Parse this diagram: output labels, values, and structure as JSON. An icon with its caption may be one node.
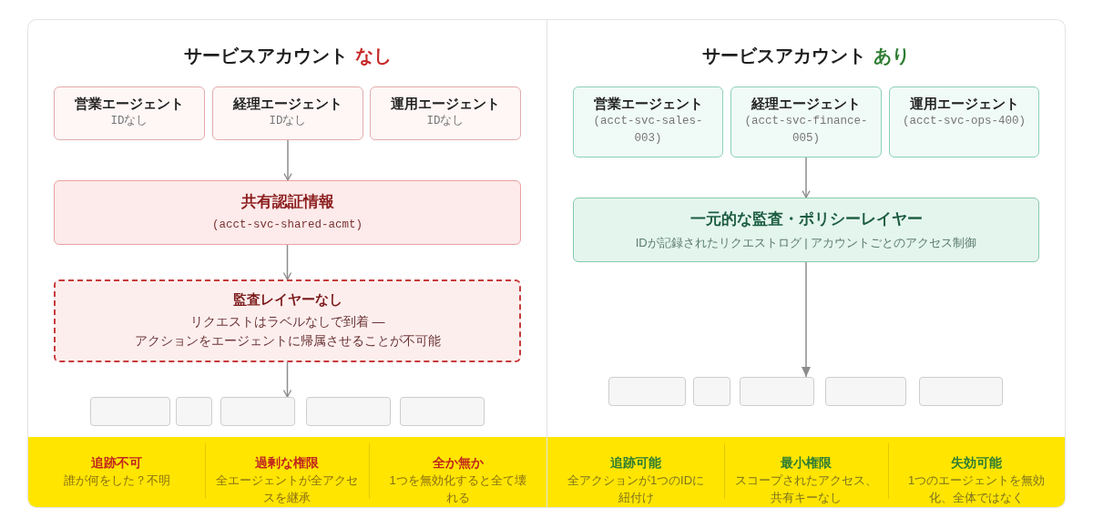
{
  "diagram": {
    "nodes": [
      {
        "text": [
          "サービスアカウント",
          "なし"
        ]
      },
      {
        "text": [
          "営業エージェント",
          "IDなし"
        ],
        "in": 0
      },
      {
        "text": [
          "経理エージェント",
          "IDなし"
        ],
        "in": 0
      },
      {
        "text": [
          "運用エージェント",
          "IDなし"
        ],
        "in": 0
      },
      {
        "text": [
          "共有認証情報",
          "(acct-svc-shared-acmt)"
        ],
        "in": 0
      },
      {
        "text": [
          "監査レイヤーなし",
          "リクエストはラベルなしで到着 — アクションをエージェントに帰属させることが不可能"
        ],
        "in": 0
      },
      {
        "text": [],
        "shape": "box",
        "in": 0
      },
      {
        "text": [],
        "shape": "box",
        "in": 0
      },
      {
        "text": [],
        "shape": "box",
        "in": 0
      },
      {
        "text": [],
        "shape": "box",
        "in": 0
      },
      {
        "text": [],
        "shape": "box",
        "in": 0
      },
      {
        "text": [],
        "shape": "band",
        "in": 0
      },
      {
        "text": [
          "追跡不可",
          "誰が何をした？不明"
        ],
        "in": 11
      },
      {
        "text": [
          "過剰な権限",
          "全エージェントが全アクセスを継承"
        ],
        "in": 11
      },
      {
        "text": [
          "全か無か",
          "1つを無効化すると全て壊れる"
        ],
        "in": 11
      },
      {
        "text": [
          "サービスアカウント",
          "あり"
        ]
      },
      {
        "text": [
          "営業エージェント",
          "(acct-svc-sales-003)"
        ],
        "in": 15
      },
      {
        "text": [
          "経理エージェント",
          "(acct-svc-finance-005)"
        ],
        "in": 15
      },
      {
        "text": [
          "運用エージェント",
          "(acct-svc-ops-400)"
        ],
        "in": 15
      },
      {
        "text": [
          "一元的な監査・ポリシーレイヤー",
          "IDが記録されたリクエストログ | アカウントごとのアクセス制御"
        ],
        "in": 15
      },
      {
        "text": [],
        "shape": "box",
        "in": 15
      },
      {
        "text": [],
        "shape": "box",
        "in": 15
      },
      {
        "text": [],
        "shape": "box",
        "in": 15
      },
      {
        "text": [],
        "shape": "box",
        "in": 15
      },
      {
        "text": [],
        "shape": "box",
        "in": 15
      },
      {
        "text": [],
        "shape": "band",
        "in": 15
      },
      {
        "text": [
          "追跡可能",
          "全アクションが1つのIDに紐付け"
        ],
        "in": 25
      },
      {
        "text": [
          "最小権限",
          "スコープされたアクセス、共有キーなし"
        ],
        "in": 25
      },
      {
        "text": [
          "失効可能",
          "1つのエージェントを無効化、全体ではなく"
        ],
        "in": 25
      }
    ],
    "edges": [
      {
        "from": 2,
        "to": 4,
        "arrow": "to"
      },
      {
        "from": 4,
        "to": 5,
        "arrow": "to"
      },
      {
        "from": 5,
        "to": 8,
        "arrow": "to"
      },
      {
        "from": 17,
        "to": 19,
        "arrow": "to"
      },
      {
        "from": 19,
        "to": 22,
        "arrow": "to"
      }
    ]
  }
}
